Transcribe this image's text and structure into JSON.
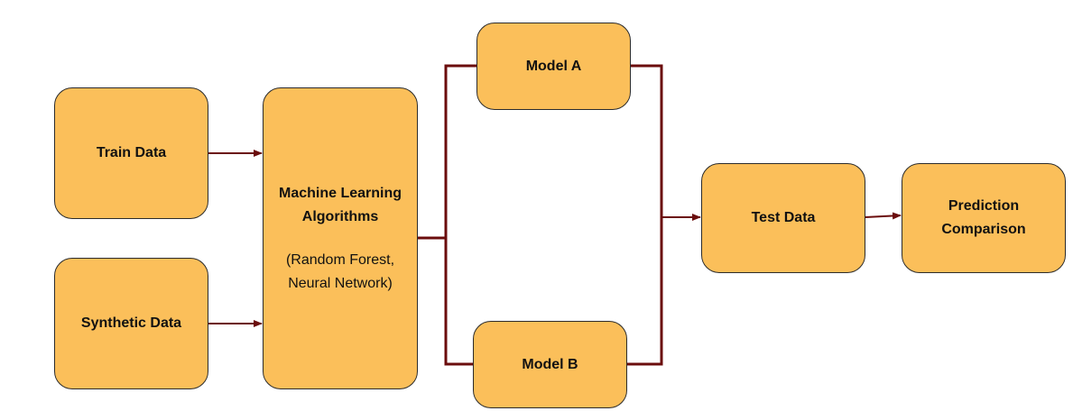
{
  "diagram": {
    "nodes": {
      "train_data": "Train Data",
      "synthetic_data": "Synthetic Data",
      "ml_algorithms": {
        "title": "Machine Learning Algorithms",
        "subtitle": "(Random Forest, Neural Network)"
      },
      "model_a": "Model A",
      "model_b": "Model B",
      "test_data": "Test Data",
      "prediction_comparison": "Prediction Comparison"
    },
    "edges": [
      {
        "from": "train_data",
        "to": "ml_algorithms"
      },
      {
        "from": "synthetic_data",
        "to": "ml_algorithms"
      },
      {
        "from": "ml_algorithms",
        "to": "model_a"
      },
      {
        "from": "ml_algorithms",
        "to": "model_b"
      },
      {
        "from": "model_a",
        "to": "test_data"
      },
      {
        "from": "model_b",
        "to": "test_data"
      },
      {
        "from": "test_data",
        "to": "prediction_comparison"
      }
    ],
    "colors": {
      "node_fill": "#fbbf5a",
      "node_border": "#2b2b2b",
      "connector": "#6b0d0d"
    }
  }
}
